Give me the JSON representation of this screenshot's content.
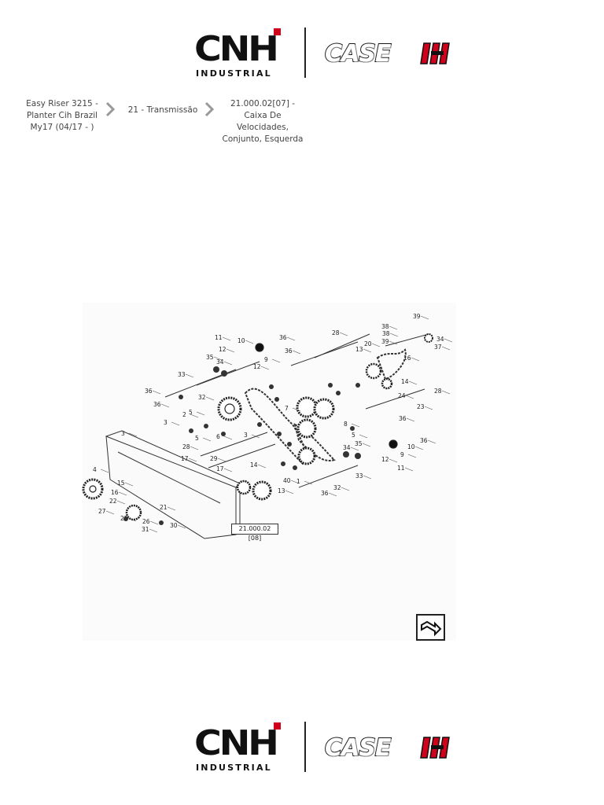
{
  "header_logo": {
    "cnh_letters": "CNH",
    "cnh_sub": "INDUSTRIAL",
    "case_word": "CASE"
  },
  "footer_logo": {
    "cnh_letters": "CNH",
    "cnh_sub": "INDUSTRIAL",
    "case_word": "CASE"
  },
  "breadcrumb": {
    "items": [
      {
        "label": "Easy Riser 3215 - Planter Cih Brazil My17 (04/17 - )"
      },
      {
        "label": "21 - Transmissão"
      },
      {
        "label": "21.000.02[07] - Caixa De Velocidades, Conjunto, Esquerda"
      }
    ]
  },
  "diagram": {
    "reference_label": "21.000.02 [08]",
    "callouts": [
      "11",
      "10",
      "36",
      "12",
      "36",
      "28",
      "35",
      "12",
      "34",
      "9",
      "33",
      "32",
      "36",
      "36",
      "3",
      "2",
      "5",
      "5",
      "6",
      "3",
      "7",
      "8",
      "5",
      "13",
      "20",
      "14",
      "16",
      "39",
      "38",
      "38",
      "39",
      "37",
      "34",
      "24",
      "23",
      "28",
      "36",
      "9",
      "10",
      "36",
      "35",
      "34",
      "12",
      "11",
      "33",
      "32",
      "36",
      "40",
      "13",
      "14",
      "3",
      "4",
      "15",
      "16",
      "25",
      "22",
      "21",
      "27",
      "26",
      "31",
      "30",
      "29",
      "17",
      "17",
      "28",
      "1"
    ]
  },
  "colors": {
    "brand_red": "#d0021b",
    "text": "#444444",
    "line": "#222222"
  }
}
